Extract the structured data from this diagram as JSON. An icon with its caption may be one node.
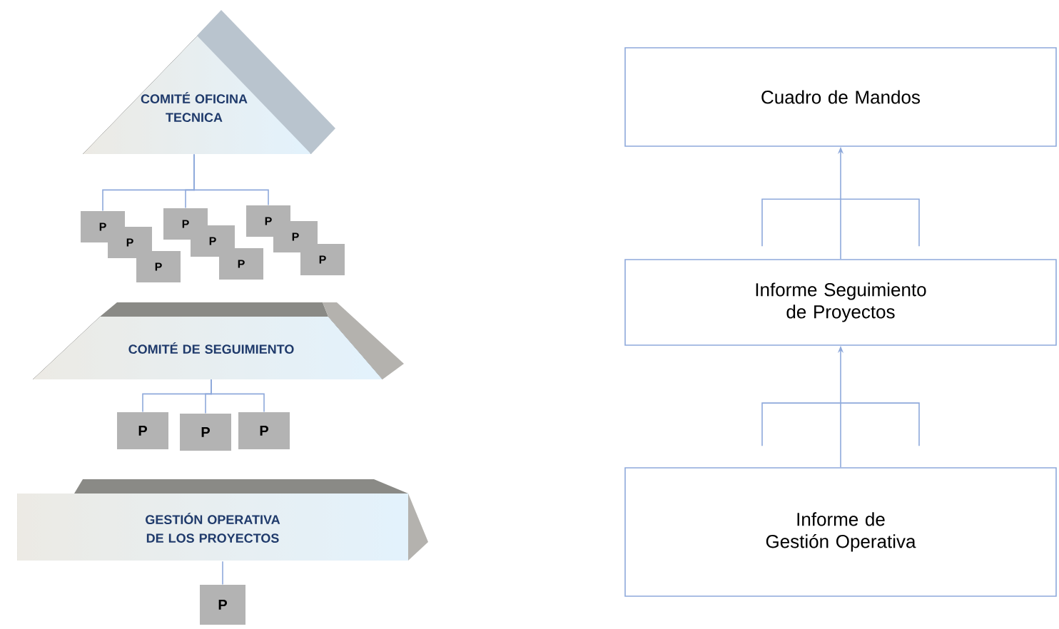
{
  "diagram": {
    "nodes": [
      {
        "text": [
          "COMITÉ OFICINA TECNICA"
        ]
      },
      {
        "text": [
          "P"
        ]
      },
      {
        "text": [
          "P"
        ]
      },
      {
        "text": [
          "P"
        ]
      },
      {
        "text": [
          "P"
        ]
      },
      {
        "text": [
          "P"
        ]
      },
      {
        "text": [
          "P"
        ]
      },
      {
        "text": [
          "P"
        ]
      },
      {
        "text": [
          "P"
        ]
      },
      {
        "text": [
          "P"
        ]
      },
      {
        "text": [
          "COMITÉ DE SEGUIMIENTO"
        ]
      },
      {
        "text": [
          "P"
        ]
      },
      {
        "text": [
          "P"
        ]
      },
      {
        "text": [
          "P"
        ]
      },
      {
        "text": [
          "GESTIÓN OPERATIVA DE LOS PROYECTOS"
        ]
      },
      {
        "text": [
          "P"
        ]
      },
      {
        "text": [
          "Cuadro de Mandos"
        ]
      },
      {
        "text": [
          "Informe Seguimiento de Proyectos"
        ]
      },
      {
        "text": [
          "Informe de Gestión Operativa"
        ]
      }
    ],
    "edges": [
      {
        "from": 0,
        "to": 1,
        "arrow": "none"
      },
      {
        "from": 0,
        "to": 4,
        "arrow": "none"
      },
      {
        "from": 0,
        "to": 7,
        "arrow": "none"
      },
      {
        "from": 10,
        "to": 11,
        "arrow": "none"
      },
      {
        "from": 10,
        "to": 12,
        "arrow": "none"
      },
      {
        "from": 10,
        "to": 13,
        "arrow": "none"
      },
      {
        "from": 14,
        "to": 15,
        "arrow": "none"
      },
      {
        "from": 17,
        "to": 16,
        "arrow": "to"
      },
      {
        "from": 18,
        "to": 17,
        "arrow": "to"
      }
    ]
  }
}
